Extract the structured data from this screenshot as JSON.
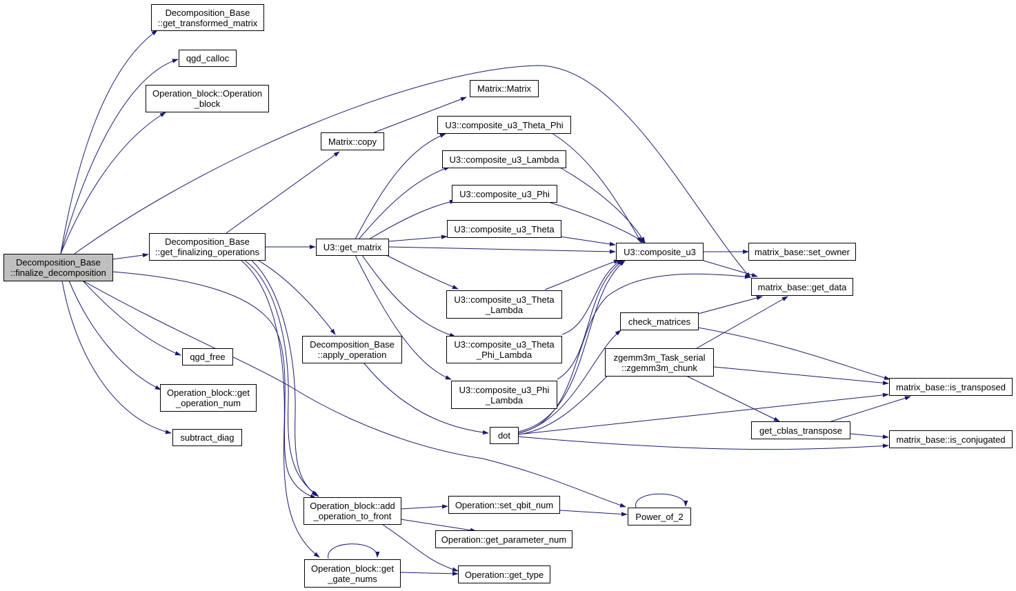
{
  "colors": {
    "edge": "#191970",
    "root_fill": "#bfbfbf",
    "node_fill": "#ffffff",
    "border": "#000000"
  },
  "nodes": {
    "finalize": {
      "line1": "Decomposition_Base",
      "line2": "::finalize_decomposition"
    },
    "get_transformed_matrix": {
      "line1": "Decomposition_Base",
      "line2": "::get_transformed_matrix"
    },
    "qgd_calloc": {
      "line1": "qgd_calloc"
    },
    "op_block_ctor": {
      "line1": "Operation_block::Operation",
      "line2": "_block"
    },
    "get_finalizing": {
      "line1": "Decomposition_Base",
      "line2": "::get_finalizing_operations"
    },
    "qgd_free": {
      "line1": "qgd_free"
    },
    "get_operation_num": {
      "line1": "Operation_block::get",
      "line2": "_operation_num"
    },
    "subtract_diag": {
      "line1": "subtract_diag"
    },
    "matrix_copy": {
      "line1": "Matrix::copy"
    },
    "matrix_ctor": {
      "line1": "Matrix::Matrix"
    },
    "apply_operation": {
      "line1": "Decomposition_Base",
      "line2": "::apply_operation"
    },
    "add_op_front": {
      "line1": "Operation_block::add",
      "line2": "_operation_to_front"
    },
    "get_gate_nums": {
      "line1": "Operation_block::get",
      "line2": "_gate_nums"
    },
    "u3_get_matrix": {
      "line1": "U3::get_matrix"
    },
    "cu3_theta_phi": {
      "line1": "U3::composite_u3_Theta_Phi"
    },
    "cu3_lambda": {
      "line1": "U3::composite_u3_Lambda"
    },
    "cu3_phi": {
      "line1": "U3::composite_u3_Phi"
    },
    "cu3_theta": {
      "line1": "U3::composite_u3_Theta"
    },
    "cu3_theta_lambda": {
      "line1": "U3::composite_u3_Theta",
      "line2": "_Lambda"
    },
    "cu3_theta_phi_lambda": {
      "line1": "U3::composite_u3_Theta",
      "line2": "_Phi_Lambda"
    },
    "cu3_phi_lambda": {
      "line1": "U3::composite_u3_Phi",
      "line2": "_Lambda"
    },
    "dot": {
      "line1": "dot"
    },
    "set_qbit_num": {
      "line1": "Operation::set_qbit_num"
    },
    "get_parameter_num": {
      "line1": "Operation::get_parameter_num"
    },
    "get_type": {
      "line1": "Operation::get_type"
    },
    "composite_u3": {
      "line1": "U3::composite_u3"
    },
    "check_matrices": {
      "line1": "check_matrices"
    },
    "zgemm3m": {
      "line1": "zgemm3m_Task_serial",
      "line2": "::zgemm3m_chunk"
    },
    "power_of_2": {
      "line1": "Power_of_2"
    },
    "set_owner": {
      "line1": "matrix_base::set_owner"
    },
    "get_data": {
      "line1": "matrix_base::get_data"
    },
    "is_transposed": {
      "line1": "matrix_base::is_transposed"
    },
    "get_cblas_transpose": {
      "line1": "get_cblas_transpose"
    },
    "is_conjugated": {
      "line1": "matrix_base::is_conjugated"
    }
  }
}
